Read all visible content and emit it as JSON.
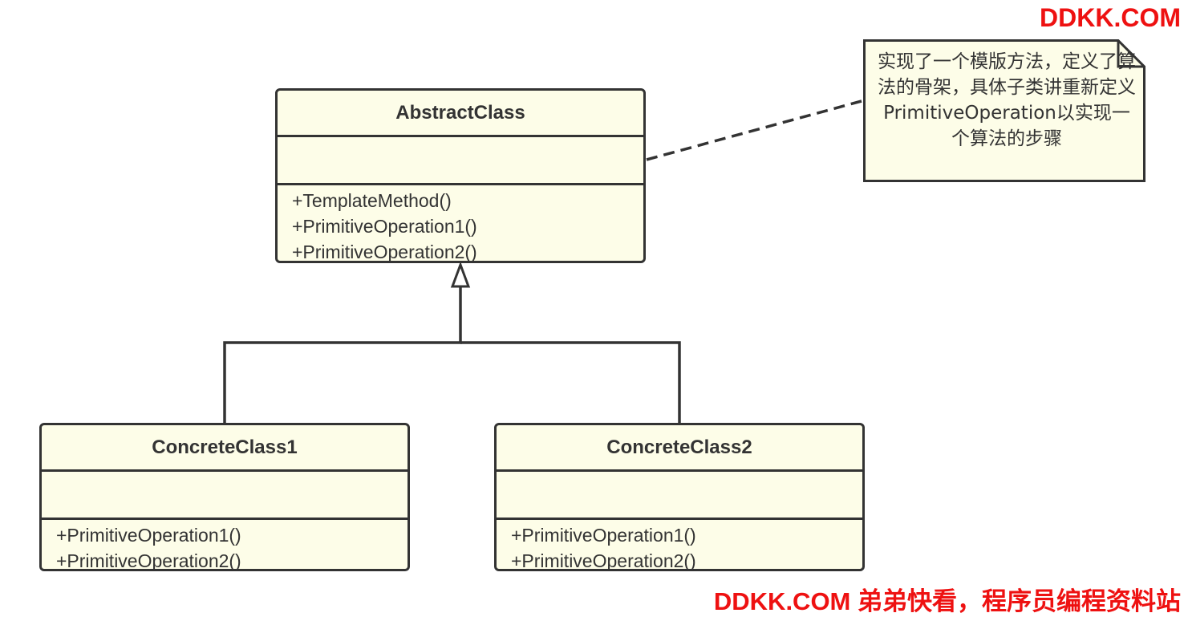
{
  "watermark": {
    "top": "DDKK.COM",
    "bottom": "DDKK.COM 弟弟快看，程序员编程资料站"
  },
  "classes": {
    "abstract": {
      "name": "AbstractClass",
      "operations": [
        "+TemplateMethod()",
        "+PrimitiveOperation1()",
        "+PrimitiveOperation2()"
      ]
    },
    "concrete1": {
      "name": "ConcreteClass1",
      "operations": [
        "+PrimitiveOperation1()",
        "+PrimitiveOperation2()"
      ]
    },
    "concrete2": {
      "name": "ConcreteClass2",
      "operations": [
        "+PrimitiveOperation1()",
        "+PrimitiveOperation2()"
      ]
    }
  },
  "note": {
    "text": "实现了一个模版方法，定义了算法的骨架，具体子类讲重新定义PrimitiveOperation以实现一个算法的步骤"
  },
  "colors": {
    "class_fill": "#fdfde8",
    "note_fill": "#fdfde8",
    "stroke": "#333333",
    "watermark": "#ee1111"
  }
}
